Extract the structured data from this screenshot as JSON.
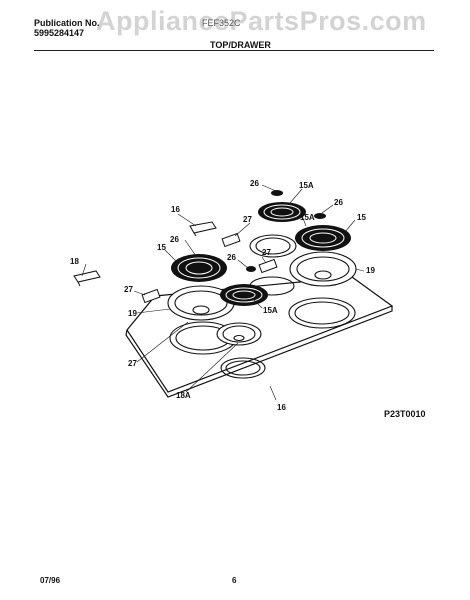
{
  "header": {
    "publication_label": "Publication No.",
    "publication_number": "5995284147",
    "model": "FEF352C",
    "section_title": "TOP/DRAWER"
  },
  "watermark": "AppliancePartsPros.com",
  "labels": {
    "l26a": "26",
    "l15a_top": "15A",
    "l26b": "26",
    "l16_upper": "16",
    "l27_upper": "27",
    "l15A_mid": "15A",
    "l15_right": "15",
    "l15_left": "15",
    "l26c": "26",
    "l27_mid": "27",
    "l18": "18",
    "l26d": "26",
    "l19_right": "19",
    "l27_left": "27",
    "l15A_lower": "15A",
    "l19_left": "19",
    "l27_bottom": "27",
    "l18A": "18A",
    "l16_bottom": "16"
  },
  "drawing_number": "P23T0010",
  "footer": {
    "date": "07/96",
    "page": "6"
  }
}
